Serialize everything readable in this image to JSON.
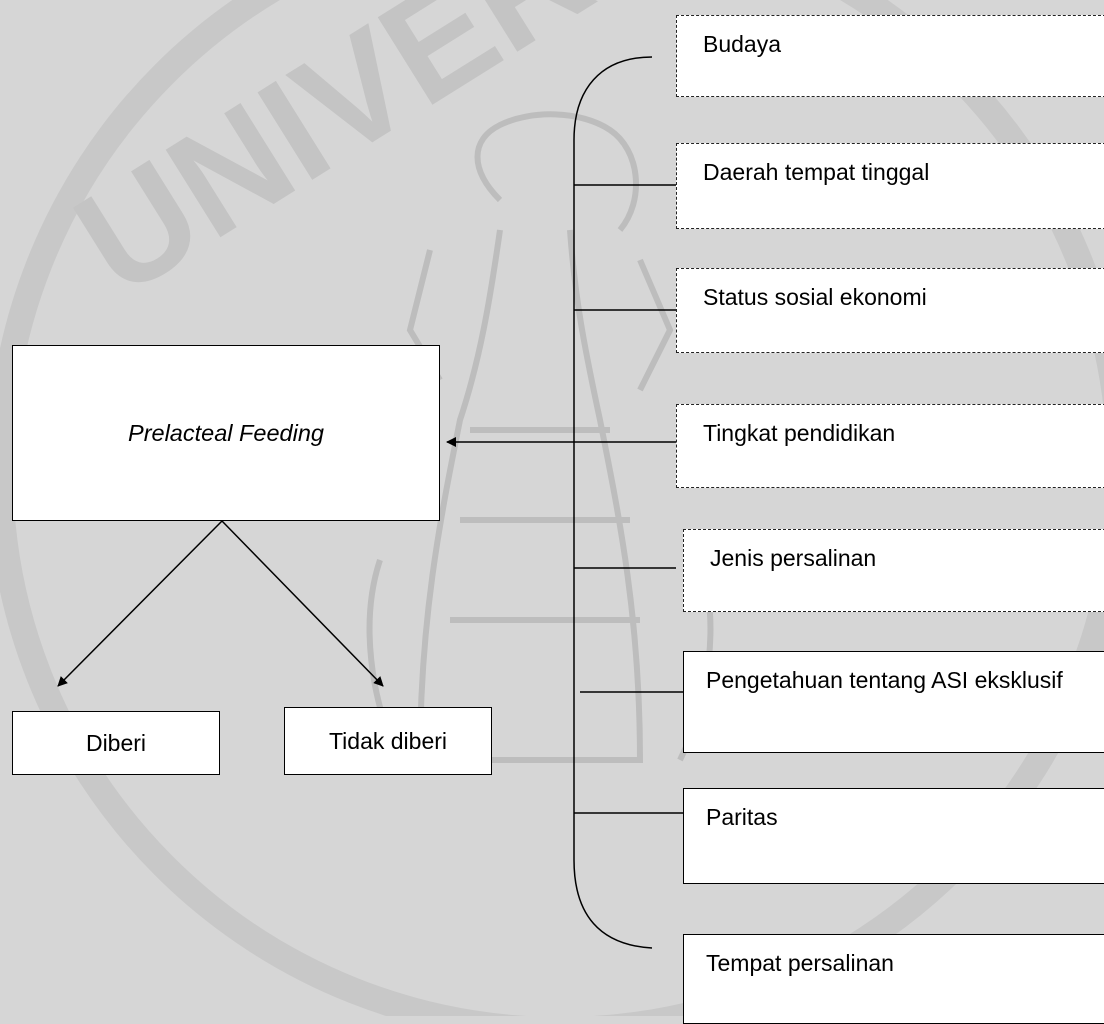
{
  "diagram": {
    "main_box": {
      "label": "Prelacteal Feeding"
    },
    "outcomes": [
      {
        "label": "Diberi"
      },
      {
        "label": "Tidak diberi"
      }
    ],
    "factors": [
      {
        "label": "Budaya",
        "border": "dashed"
      },
      {
        "label": "Daerah tempat tinggal",
        "border": "dashed"
      },
      {
        "label": "Status sosial ekonomi",
        "border": "dashed"
      },
      {
        "label": "Tingkat pendidikan",
        "border": "dashed"
      },
      {
        "label": "Jenis persalinan",
        "border": "dashed"
      },
      {
        "label": "Pengetahuan tentang ASI eksklusif",
        "border": "solid"
      },
      {
        "label": "Paritas",
        "border": "solid"
      },
      {
        "label": "Tempat persalinan",
        "border": "solid"
      }
    ]
  },
  "watermark": {
    "text": "UNIVERSITAS BRAWIJAYA",
    "color": "#c4c4c4"
  },
  "colors": {
    "background": "#d6d6d6",
    "box_fill": "#ffffff",
    "line": "#000000"
  }
}
